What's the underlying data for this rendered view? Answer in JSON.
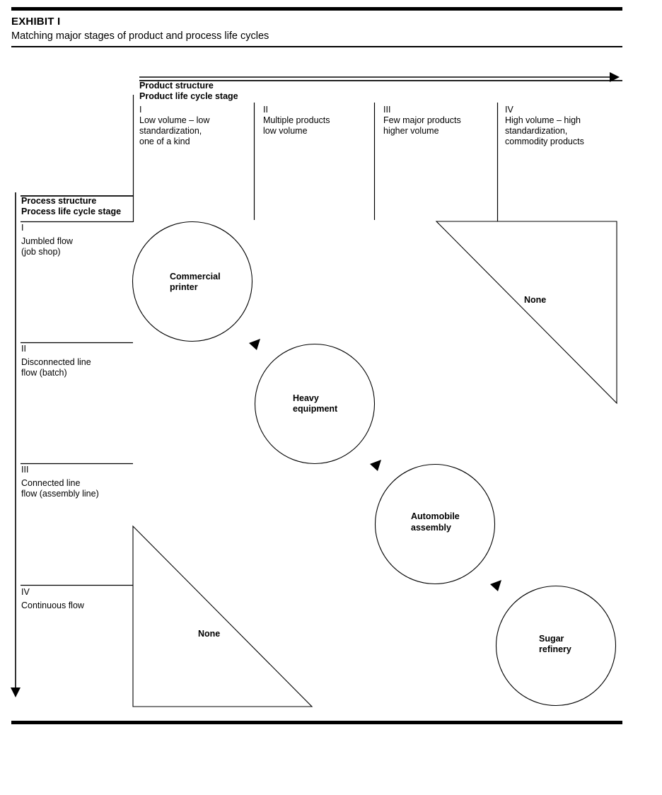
{
  "header": {
    "exhibit_label": "EXHIBIT I",
    "subtitle": "Matching major stages of product and process life cycles"
  },
  "axes": {
    "product": {
      "title_line1": "Product structure",
      "title_line2": "Product life cycle stage",
      "direction": "right"
    },
    "process": {
      "title_line1": "Process structure",
      "title_line2": "Process life cycle stage",
      "direction": "down"
    }
  },
  "columns": [
    {
      "numeral": "I",
      "lines": [
        "Low volume – low",
        "standardization,",
        "one of a kind"
      ]
    },
    {
      "numeral": "II",
      "lines": [
        "Multiple products",
        "low volume"
      ]
    },
    {
      "numeral": "III",
      "lines": [
        "Few major products",
        "higher volume"
      ]
    },
    {
      "numeral": "IV",
      "lines": [
        "High volume – high",
        "standardization,",
        "commodity products"
      ]
    }
  ],
  "rows": [
    {
      "numeral": "I",
      "lines": [
        "Jumbled flow",
        "(job shop)"
      ]
    },
    {
      "numeral": "II",
      "lines": [
        "Disconnected line",
        "flow (batch)"
      ]
    },
    {
      "numeral": "III",
      "lines": [
        "Connected line",
        "flow (assembly line)"
      ]
    },
    {
      "numeral": "IV",
      "lines": [
        "Continuous flow"
      ]
    }
  ],
  "cells": [
    {
      "kind": "circle",
      "row": "I",
      "column": "I",
      "label_line1": "Commercial",
      "label_line2": "printer"
    },
    {
      "kind": "circle",
      "row": "II",
      "column": "II",
      "label_line1": "Heavy",
      "label_line2": "equipment"
    },
    {
      "kind": "circle",
      "row": "III",
      "column": "III",
      "label_line1": "Automobile",
      "label_line2": "assembly"
    },
    {
      "kind": "circle",
      "row": "IV",
      "column": "IV",
      "label_line1": "Sugar",
      "label_line2": "refinery"
    },
    {
      "kind": "triangle",
      "row": "I",
      "column": "IV",
      "label_line1": "None",
      "label_line2": ""
    },
    {
      "kind": "triangle",
      "row": "IV",
      "column": "I",
      "label_line1": "None",
      "label_line2": ""
    }
  ],
  "connectors": [
    {
      "from": "Commercial printer",
      "to": "Heavy equipment"
    },
    {
      "from": "Heavy equipment",
      "to": "Automobile assembly"
    },
    {
      "from": "Automobile assembly",
      "to": "Sugar refinery"
    }
  ],
  "colors": {
    "ink": "#000000",
    "paper": "#ffffff"
  }
}
